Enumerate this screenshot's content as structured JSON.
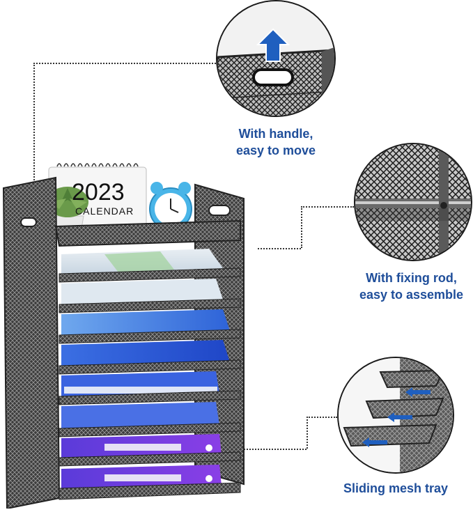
{
  "callouts": [
    {
      "line1": "With handle,",
      "line2": "easy to move"
    },
    {
      "line1": "With fixing rod,",
      "line2": "easy to assemble"
    },
    {
      "line1": "Sliding mesh tray"
    }
  ],
  "calendar": {
    "year": "2023",
    "label": "CALENDAR"
  },
  "colors": {
    "callout_text": "#1f4e9a",
    "arrow": "#1f5fbf",
    "mesh": "#3a3a3a",
    "folder_purple": "#7b3fe4",
    "folder_blue": "#2f6fe0",
    "clock": "#49b5e8"
  }
}
